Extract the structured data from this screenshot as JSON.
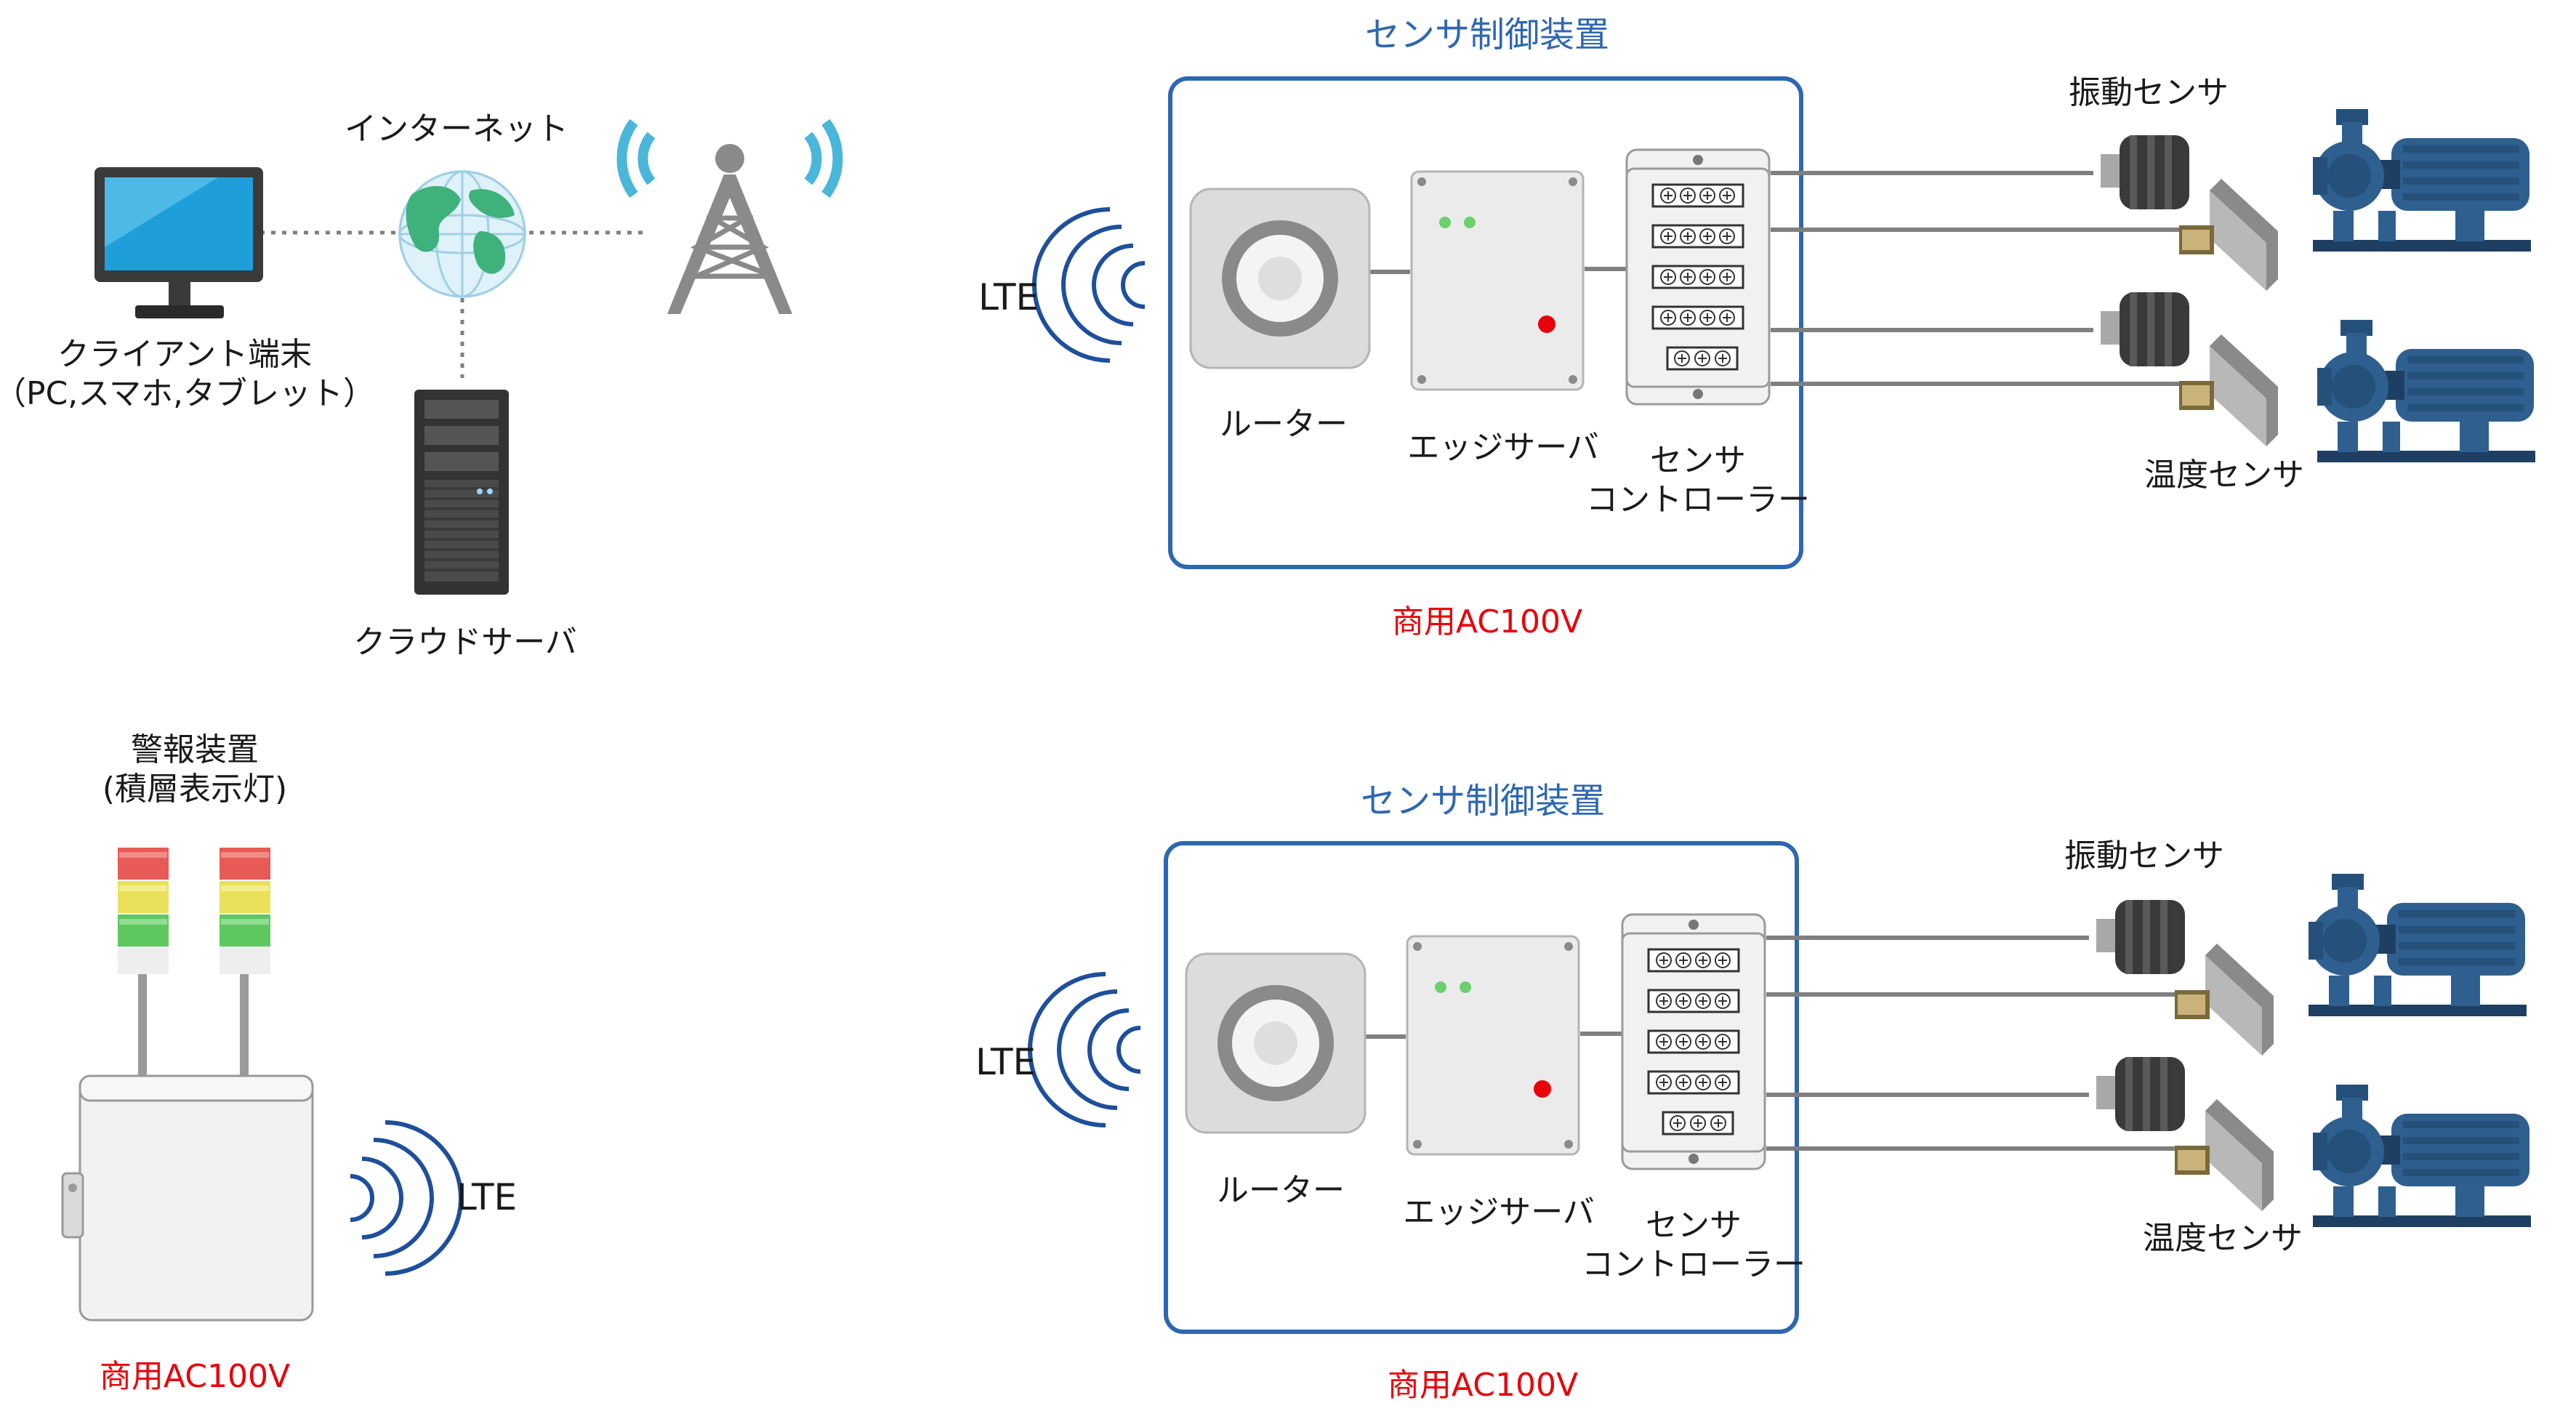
{
  "network": {
    "internet_label": "インターネット",
    "client_label_line1": "クライアント端末",
    "client_label_line2": "（PC,スマホ,タブレット）",
    "cloud_label": "クラウドサーバ"
  },
  "alarm": {
    "title_line1": "警報装置",
    "title_line2": "(積層表示灯)",
    "lte_label": "LTE",
    "power_label": "商用AC100V"
  },
  "units": [
    {
      "title": "センサ制御装置",
      "lte_label": "LTE",
      "router_label": "ルーター",
      "edge_label": "エッジサーバ",
      "controller_line1": "センサ",
      "controller_line2": "コントローラー",
      "vibration_label": "振動センサ",
      "temperature_label": "温度センサ",
      "power_label": "商用AC100V"
    },
    {
      "title": "センサ制御装置",
      "lte_label": "LTE",
      "router_label": "ルーター",
      "edge_label": "エッジサーバ",
      "controller_line1": "センサ",
      "controller_line2": "コントローラー",
      "vibration_label": "振動センサ",
      "temperature_label": "温度センサ",
      "power_label": "商用AC100V"
    }
  ],
  "colors": {
    "accent_blue": "#2e67b1",
    "power_red": "#e8000b",
    "pump_blue": "#2e5f8e",
    "monitor_blue": "#1e9fd9",
    "lamp_red": "#e85a55",
    "lamp_yellow": "#eae15a",
    "lamp_green": "#5ec85e"
  }
}
